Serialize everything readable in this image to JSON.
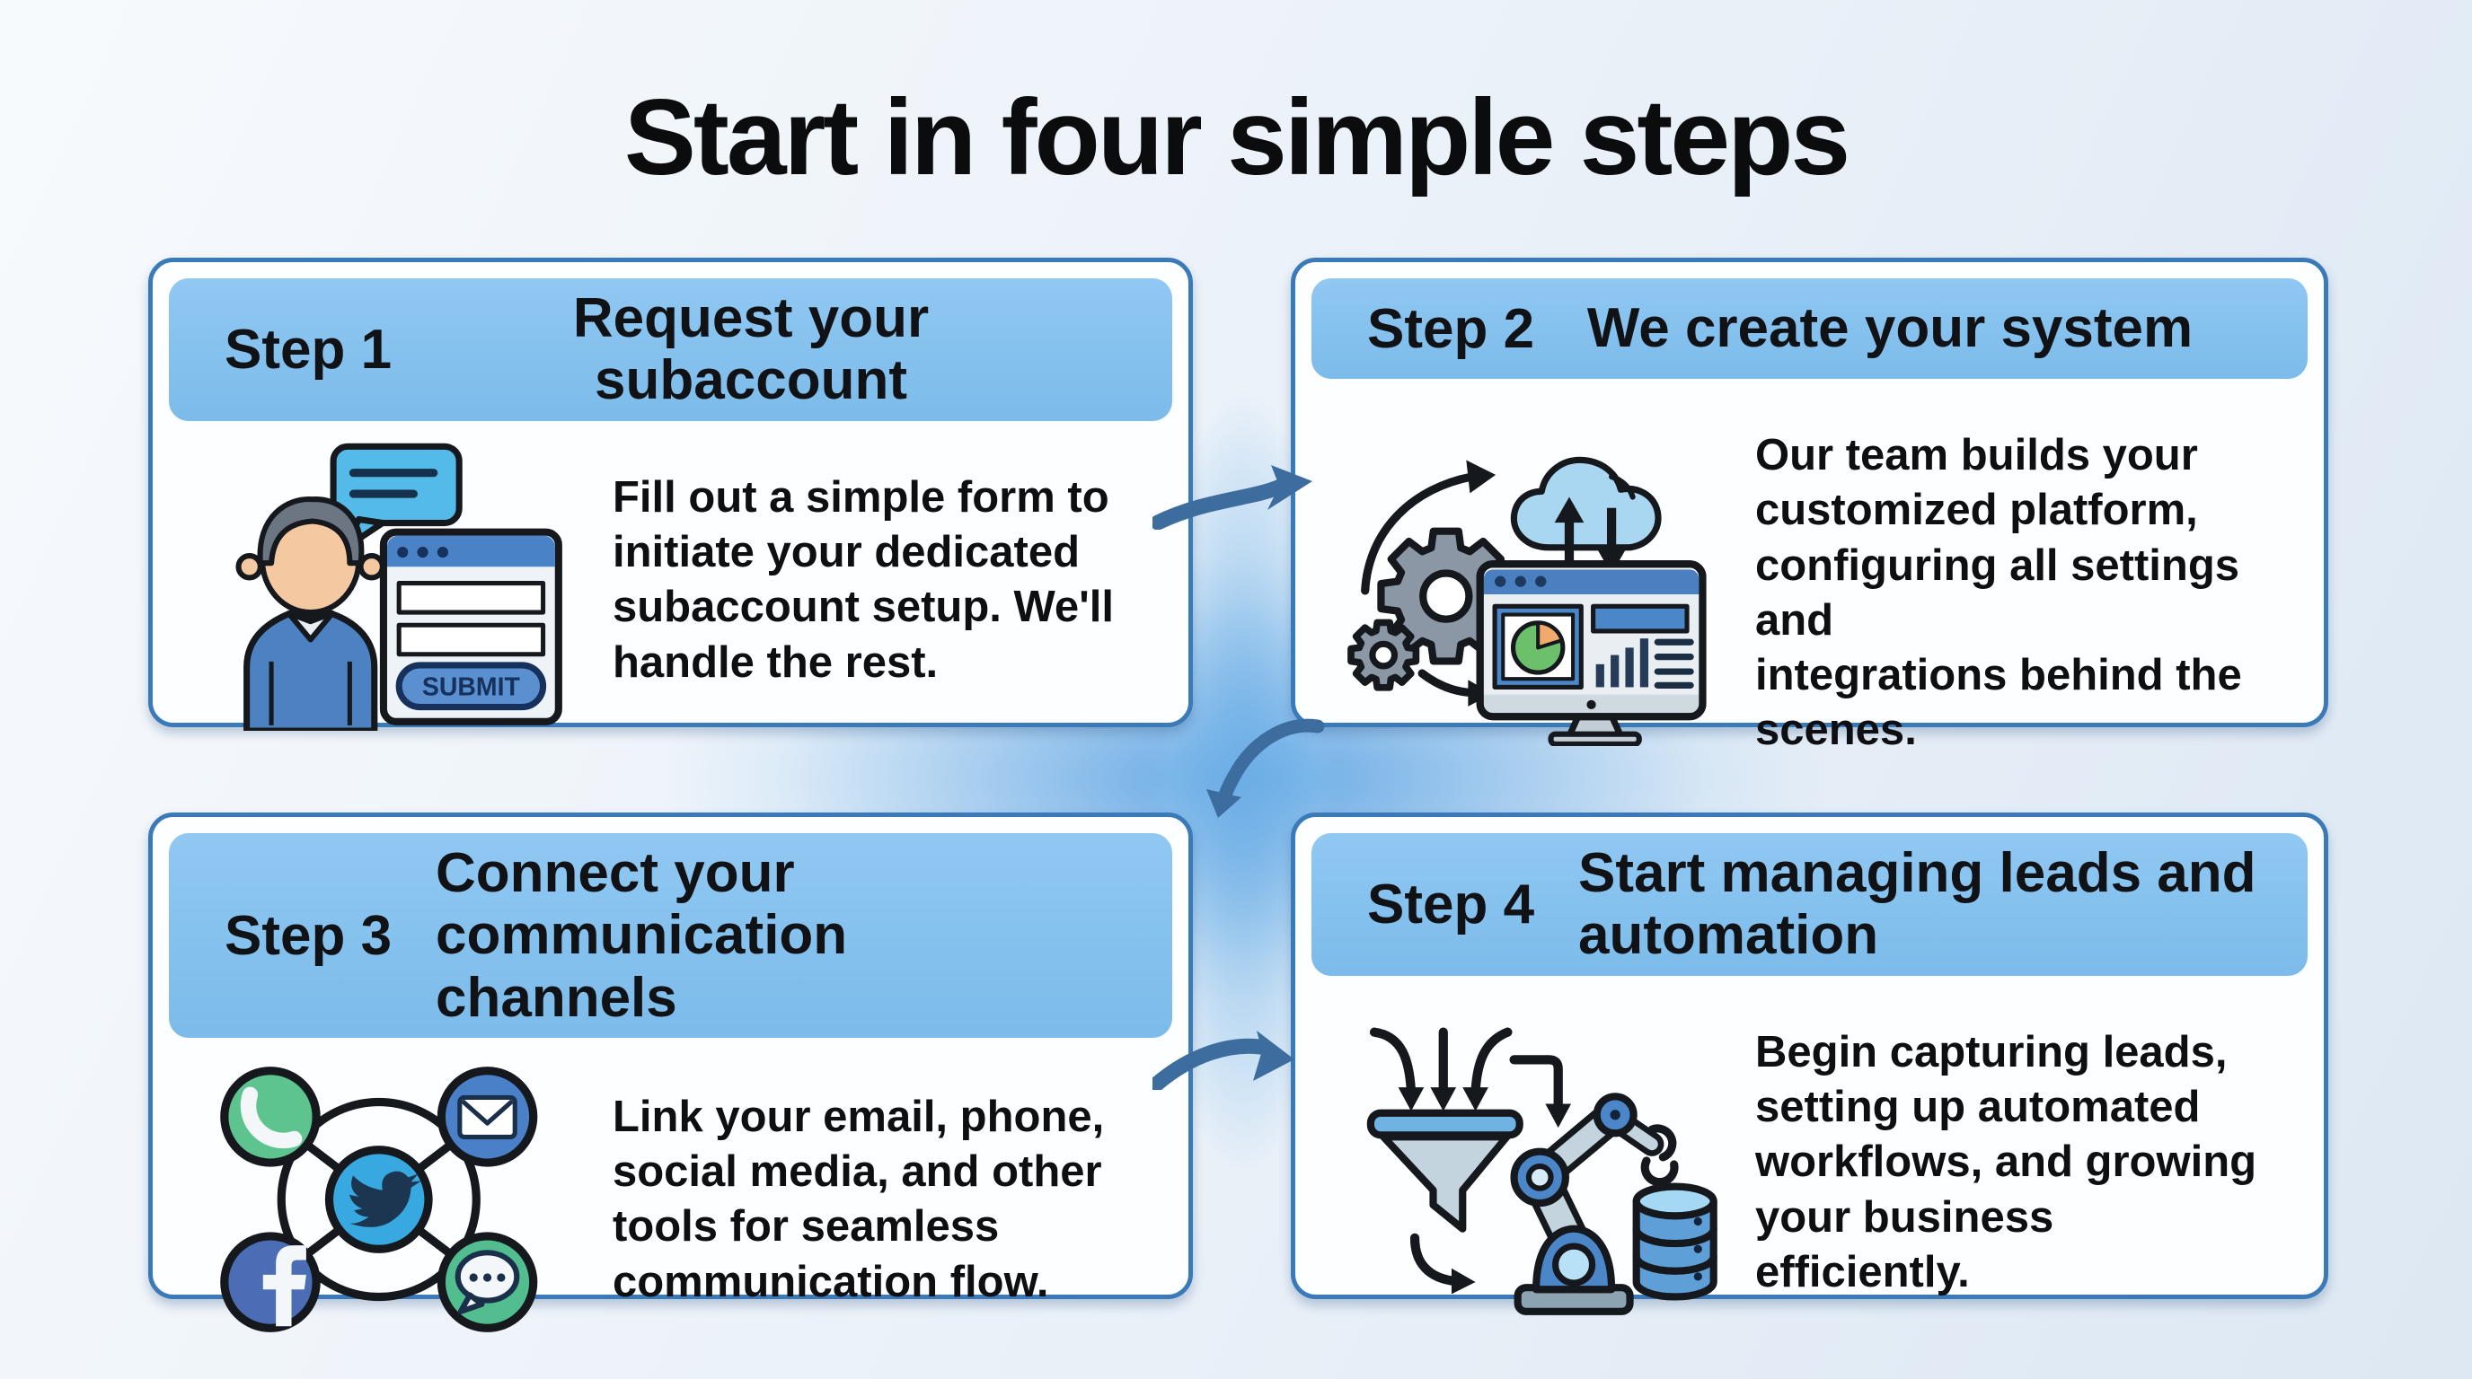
{
  "title": "Start in four simple steps",
  "steps": [
    {
      "label": "Step 1",
      "title": "Request your subaccount",
      "description": "Fill out a simple form to\ninitiate your dedicated\nsubaccount setup. We'll\nhandle the rest.",
      "icon": "person-chat-form-icon"
    },
    {
      "label": "Step 2",
      "title": "We create your system",
      "description": "Our team builds your\ncustomized platform,\nconfiguring all settings and\nintegrations behind the\nscenes.",
      "icon": "cloud-gears-monitor-icon"
    },
    {
      "label": "Step 3",
      "title": "Connect your communication\nchannels",
      "description": "Link your email, phone,\nsocial media, and other\ntools for seamless\ncommunication flow.",
      "icon": "communication-network-icon"
    },
    {
      "label": "Step 4",
      "title": "Start managing leads and\nautomation",
      "description": "Begin capturing leads,\nsetting up automated\nworkflows, and growing\nyour business efficiently.",
      "icon": "funnel-robot-database-icon"
    }
  ],
  "form_icon": {
    "submit_label": "SUBMIT"
  },
  "colors": {
    "card_border": "#3a7ab8",
    "header_bg": "#85c1ee",
    "connector_arrow": "#3d6d9e",
    "center_glow": "#5ca3e3",
    "title_text": "#0b0c0e"
  }
}
